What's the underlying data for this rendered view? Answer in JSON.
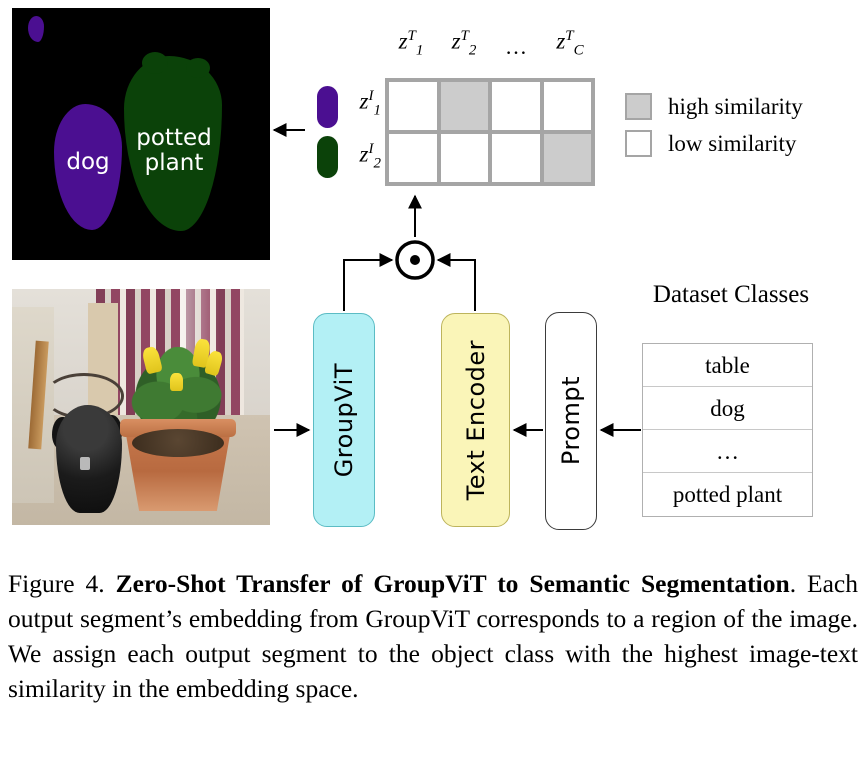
{
  "figure": {
    "segmentation": {
      "labels": [
        "dog",
        "potted plant"
      ],
      "dog_color": "#4B0F91",
      "plant_color": "#0B4209",
      "background_color": "#000000"
    },
    "photo": {
      "alt": "photo of a black dog sitting next to a potted plant"
    },
    "matrix": {
      "column_headers": [
        {
          "base": "z",
          "sup": "T",
          "sub": "1"
        },
        {
          "base": "z",
          "sup": "T",
          "sub": "2"
        },
        {
          "base": "",
          "sup": "",
          "sub": "",
          "ellipsis": "…"
        },
        {
          "base": "z",
          "sup": "T",
          "sub": "C"
        }
      ],
      "row_headers": [
        {
          "base": "z",
          "sup": "I",
          "sub": "1"
        },
        {
          "base": "z",
          "sup": "I",
          "sub": "2"
        }
      ],
      "cells": [
        [
          "low",
          "high",
          "low",
          "low"
        ],
        [
          "low",
          "low",
          "low",
          "high"
        ]
      ],
      "high_color": "#cccccc",
      "low_color": "#ffffff",
      "border_color": "#a5a5a5"
    },
    "legend": [
      {
        "swatch": "high",
        "label": "high similarity"
      },
      {
        "swatch": "low",
        "label": "low similarity"
      }
    ],
    "pipeline": {
      "image_encoder_label": "GroupViT",
      "image_encoder_color": "#B3F0F5",
      "text_encoder_label": "Text Encoder",
      "text_encoder_color": "#FAF5B8",
      "prompt_label": "Prompt",
      "prompt_color": "#ffffff",
      "operator": "dot-product"
    },
    "dataset_classes": {
      "title": "Dataset Classes",
      "items": [
        "table",
        "dog",
        "…",
        "potted plant"
      ]
    }
  },
  "caption": {
    "number": "Figure 4.",
    "title": "Zero-Shot Transfer of GroupViT to Semantic Segmentation",
    "body": ". Each output segment’s embedding from GroupViT corresponds to a region of the image. We assign each output segment to the object class with the highest image-text similarity in the embedding space."
  }
}
